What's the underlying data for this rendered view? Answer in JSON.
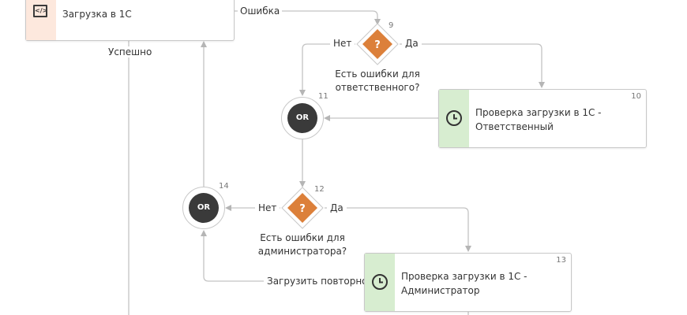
{
  "colors": {
    "script_side": "#fde8dd",
    "timer_side": "#d7edd0",
    "gateway_fill": "#dc803a",
    "or_fill": "#3a3a3a",
    "edge": "#bdbdbd"
  },
  "tasks": [
    {
      "id": "upload",
      "title": "Загрузка в 1С",
      "number": "",
      "icon": "code-icon"
    },
    {
      "id": "check-responsible",
      "title_line1": "Проверка загрузки в 1С -",
      "title_line2": "Ответственный",
      "number": "10",
      "icon": "clock-icon"
    },
    {
      "id": "check-admin",
      "title_line1": "Проверка загрузки в 1С -",
      "title_line2": "Администратор",
      "number": "13",
      "icon": "clock-icon"
    }
  ],
  "gateways": [
    {
      "number": "9",
      "symbol": "?",
      "question_line1": "Есть ошибки для",
      "question_line2": "ответственного?"
    },
    {
      "number": "12",
      "symbol": "?",
      "question_line1": "Есть ошибки для",
      "question_line2": "администратора?"
    }
  ],
  "or_nodes": [
    {
      "number": "11",
      "label": "OR"
    },
    {
      "number": "14",
      "label": "OR"
    }
  ],
  "edge_labels": {
    "error": "Ошибка",
    "success": "Успешно",
    "no_1": "Нет",
    "yes_1": "Да",
    "no_2": "Нет",
    "yes_2": "Да",
    "retry": "Загрузить повторно"
  }
}
